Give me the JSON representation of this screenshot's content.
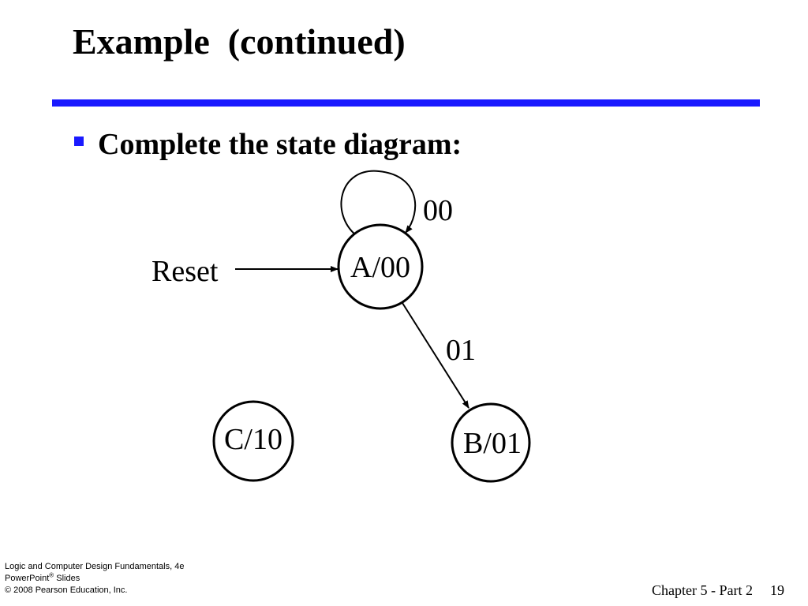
{
  "slide": {
    "title": "Example  (continued)",
    "bullet": "Complete the state diagram:"
  },
  "diagram": {
    "reset_label": "Reset",
    "states": [
      {
        "id": "A",
        "label": "A/00"
      },
      {
        "id": "B",
        "label": "B/01"
      },
      {
        "id": "C",
        "label": "C/10"
      }
    ],
    "transitions": [
      {
        "from": "A",
        "to": "A",
        "label": "00"
      },
      {
        "from": "A",
        "to": "B",
        "label": "01"
      }
    ]
  },
  "footer": {
    "book_title": "Logic and Computer Design Fundamentals, 4e",
    "slides_name": "PowerPoint",
    "slides_reg": "®",
    "slides_suffix": " Slides",
    "copyright": "© 2008 Pearson Education, Inc.",
    "chapter": "Chapter 5 - Part 2",
    "page_number": "19"
  },
  "colors": {
    "accent": "#1a1aff",
    "text": "#000000",
    "background": "#ffffff"
  }
}
